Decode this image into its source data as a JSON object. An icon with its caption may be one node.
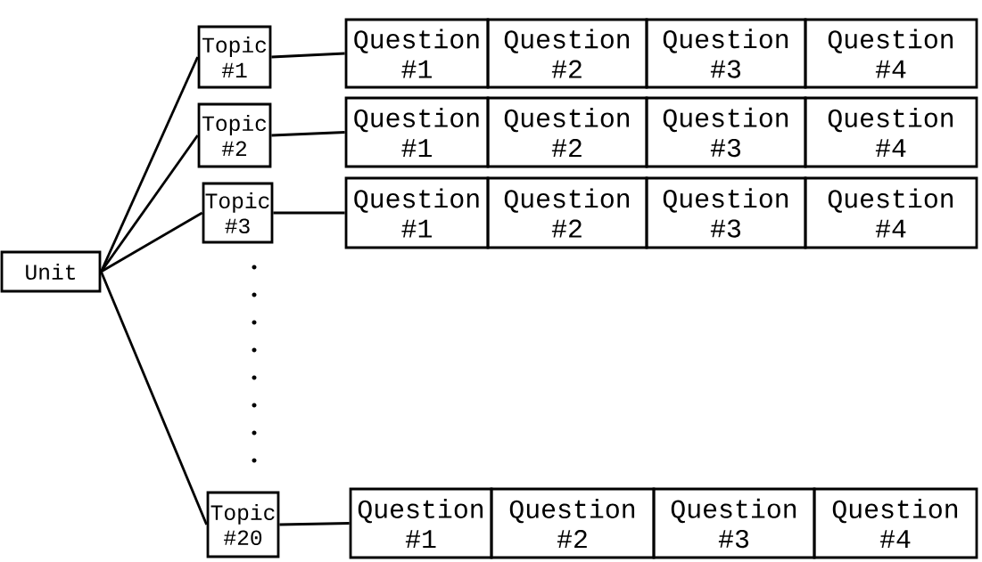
{
  "diagram": {
    "nodes": [
      {
        "text": [
          "Unit"
        ]
      },
      {
        "text": [
          "Topic #1"
        ]
      },
      {
        "text": [
          "Question #1"
        ]
      },
      {
        "text": [
          "Question #2"
        ]
      },
      {
        "text": [
          "Question #3"
        ]
      },
      {
        "text": [
          "Question #4"
        ]
      },
      {
        "text": [
          "Topic #2"
        ]
      },
      {
        "text": [
          "Question #1"
        ]
      },
      {
        "text": [
          "Question #2"
        ]
      },
      {
        "text": [
          "Question #3"
        ]
      },
      {
        "text": [
          "Question #4"
        ]
      },
      {
        "text": [
          "Topic #3"
        ]
      },
      {
        "text": [
          "Question #1"
        ]
      },
      {
        "text": [
          "Question #2"
        ]
      },
      {
        "text": [
          "Question #3"
        ]
      },
      {
        "text": [
          "Question #4"
        ]
      },
      {
        "text": [
          "Topic #20"
        ]
      },
      {
        "text": [
          "Question #1"
        ]
      },
      {
        "text": [
          "Question #2"
        ]
      },
      {
        "text": [
          "Question #3"
        ]
      },
      {
        "text": [
          "Question #4"
        ]
      }
    ],
    "edges": [
      {
        "from": 0,
        "to": 1,
        "arrow": "none"
      },
      {
        "from": 0,
        "to": 6,
        "arrow": "none"
      },
      {
        "from": 0,
        "to": 11,
        "arrow": "none"
      },
      {
        "from": 0,
        "to": 16,
        "arrow": "none"
      },
      {
        "from": 1,
        "to": 2,
        "arrow": "none"
      },
      {
        "from": 6,
        "to": 7,
        "arrow": "none"
      },
      {
        "from": 11,
        "to": 12,
        "arrow": "none"
      },
      {
        "from": 16,
        "to": 17,
        "arrow": "none"
      }
    ]
  }
}
